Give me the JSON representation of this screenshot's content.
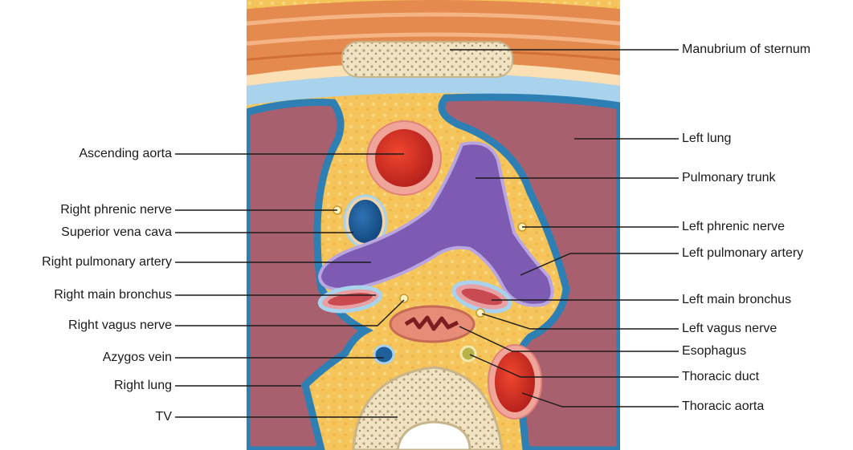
{
  "diagram": {
    "labels_left": [
      {
        "id": "ascending-aorta",
        "text": "Ascending aorta"
      },
      {
        "id": "right-phrenic-nerve",
        "text": "Right phrenic nerve"
      },
      {
        "id": "superior-vena-cava",
        "text": "Superior vena cava"
      },
      {
        "id": "right-pulmonary-artery",
        "text": "Right pulmonary artery"
      },
      {
        "id": "right-main-bronchus",
        "text": "Right main bronchus"
      },
      {
        "id": "right-vagus-nerve",
        "text": "Right vagus nerve"
      },
      {
        "id": "azygos-vein",
        "text": "Azygos vein"
      },
      {
        "id": "right-lung",
        "text": "Right lung"
      },
      {
        "id": "tv",
        "text": "TV"
      }
    ],
    "labels_right": [
      {
        "id": "manubrium-of-sternum",
        "text": "Manubrium of sternum"
      },
      {
        "id": "left-lung",
        "text": "Left lung"
      },
      {
        "id": "pulmonary-trunk",
        "text": "Pulmonary trunk"
      },
      {
        "id": "left-phrenic-nerve",
        "text": "Left phrenic nerve"
      },
      {
        "id": "left-pulmonary-artery",
        "text": "Left pulmonary artery"
      },
      {
        "id": "left-main-bronchus",
        "text": "Left main bronchus"
      },
      {
        "id": "left-vagus-nerve",
        "text": "Left vagus nerve"
      },
      {
        "id": "esophagus",
        "text": "Esophagus"
      },
      {
        "id": "thoracic-duct",
        "text": "Thoracic duct"
      },
      {
        "id": "thoracic-aorta",
        "text": "Thoracic aorta"
      }
    ],
    "colors": {
      "lung": "#a8606e",
      "fat": "#f5c45a",
      "pleura": "#2e7fb3",
      "pleura_light": "#a9d3ec",
      "artery": "#d9362b",
      "artery_wall": "#f0a59a",
      "vein": "#1f5f9c",
      "pulmonary_trunk": "#7d5bb3",
      "bone": "#efe3c4",
      "muscle": "#e58a4e"
    }
  }
}
